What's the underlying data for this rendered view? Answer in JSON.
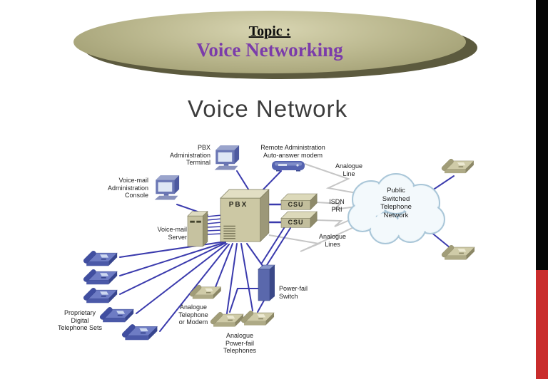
{
  "slide": {
    "header": {
      "topic_label": "Topic :",
      "topic_title": "Voice Networking"
    },
    "diagram_title": "Voice Network",
    "accent_colors": {
      "side_bar_black": "#060606",
      "side_bar_red": "#c92c2c",
      "ellipse_olive": "#b5b286",
      "topic_title_purple": "#7b3caa"
    }
  },
  "diagram": {
    "labels": {
      "pbx_admin_terminal": "PBX\nAdministration\nTerminal",
      "remote_admin_modem": "Remote Administration\nAuto-answer modem",
      "analogue_line": "Analogue\nLine",
      "vm_admin_console": "Voice-mail\nAdministration\nConsole",
      "vm_server": "Voice-mail\nServer",
      "pbx": "PBX",
      "csu_top": "CSU",
      "csu_bottom": "CSU",
      "isdn_pri": "ISDN\nPRI",
      "analogue_lines": "Analogue\nLines",
      "pstn_cloud": "Public\nSwitched\nTelephone\nNetwork",
      "power_fail_switch": "Power-fail\nSwitch",
      "analogue_tel_modem": "Analogue\nTelephone\nor Modem",
      "analogue_pf_phones": "Analogue\nPower-fail\nTelephones",
      "prop_digital_sets": "Proprietary\nDigital\nTelephone Sets"
    }
  }
}
